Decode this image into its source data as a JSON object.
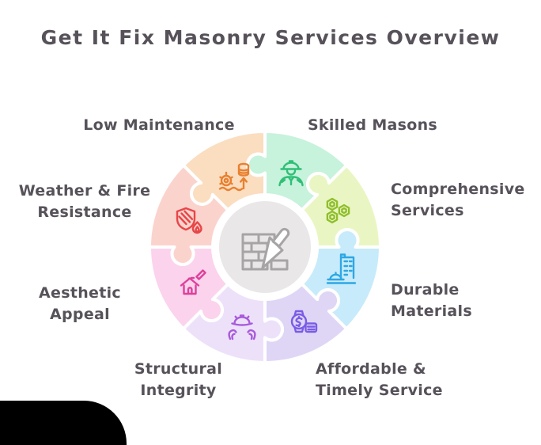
{
  "title": "Get It Fix Masonry Services Overview",
  "center": {
    "icon": "brick-trowel-icon",
    "bg_color": "#E9E7E8",
    "icon_color": "#A7A4A6"
  },
  "text_color": "#57525A",
  "wheel": {
    "stroke_color": "#FFFFFF",
    "segments": [
      {
        "id": "low-maintenance",
        "label": "Low Maintenance",
        "icon": "maintenance-icon",
        "angle_start": 90,
        "angle_end": 135,
        "fill": "#FBDDC0",
        "icon_color": "#E8802F"
      },
      {
        "id": "skilled-masons",
        "label": "Skilled Masons",
        "icon": "mason-worker-icon",
        "angle_start": 45,
        "angle_end": 90,
        "fill": "#C7F2DB",
        "icon_color": "#2FBF77"
      },
      {
        "id": "comprehensive-services",
        "label": "Comprehensive\nServices",
        "icon": "hex-nuts-icon",
        "angle_start": 0,
        "angle_end": 45,
        "fill": "#E9F6C3",
        "icon_color": "#8FBE2B"
      },
      {
        "id": "durable-materials",
        "label": "Durable\nMaterials",
        "icon": "building-hardhat-icon",
        "angle_start": 315,
        "angle_end": 360,
        "fill": "#C7EBFA",
        "icon_color": "#2EA7E4"
      },
      {
        "id": "affordable-timely-service",
        "label": "Affordable &\nTimely Service",
        "icon": "money-time-icon",
        "angle_start": 270,
        "angle_end": 315,
        "fill": "#DFD6F6",
        "icon_color": "#7A5CE6"
      },
      {
        "id": "structural-integrity",
        "label": "Structural\nIntegrity",
        "icon": "hands-hardhat-icon",
        "angle_start": 225,
        "angle_end": 270,
        "fill": "#EDE1FA",
        "icon_color": "#A95ADA"
      },
      {
        "id": "aesthetic-appeal",
        "label": "Aesthetic Appeal",
        "icon": "house-pencil-icon",
        "angle_start": 180,
        "angle_end": 225,
        "fill": "#FBD3EC",
        "icon_color": "#DE409C"
      },
      {
        "id": "weather-fire-resistance",
        "label": "Weather & Fire\nResistance",
        "icon": "shield-fire-icon",
        "angle_start": 135,
        "angle_end": 180,
        "fill": "#FBD3CD",
        "icon_color": "#E74649"
      }
    ]
  },
  "watermark": {
    "color": "#000000"
  }
}
